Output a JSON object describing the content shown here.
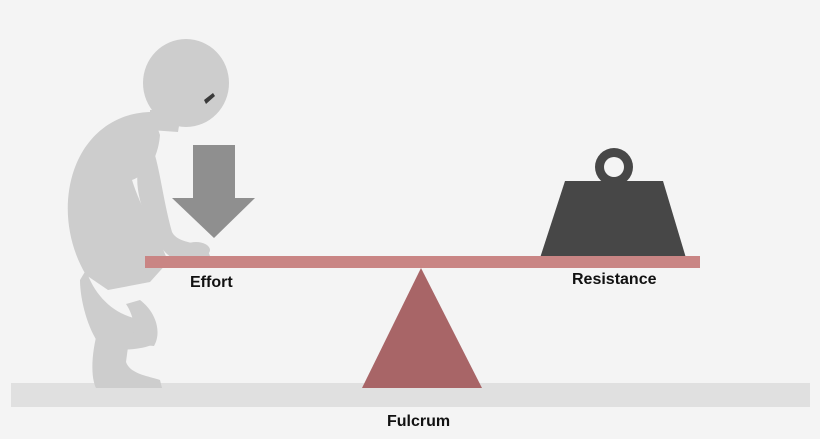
{
  "labels": {
    "effort": "Effort",
    "resistance": "Resistance",
    "fulcrum": "Fulcrum"
  },
  "colors": {
    "background": "#f4f4f4",
    "ground": "#e0e0e0",
    "figure": "#cdcdcd",
    "figure_eye": "#3a3a3a",
    "effort_arrow": "#8f8f8f",
    "lever_bar": "#c98584",
    "fulcrum": "#a86567",
    "weight": "#474747",
    "weight_hole": "#f4f4f4"
  },
  "icons": {
    "person": "person-icon",
    "arrow": "arrow-down-icon",
    "weight": "weight-icon"
  }
}
